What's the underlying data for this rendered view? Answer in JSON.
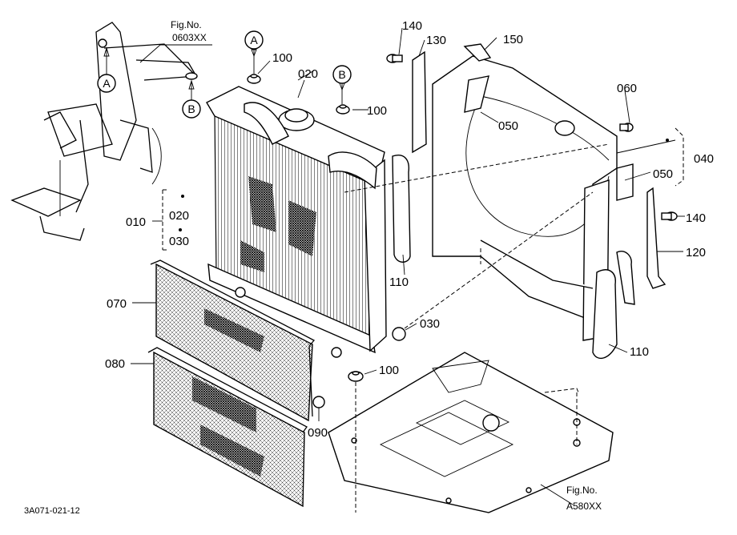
{
  "figure_ref_top": {
    "label": "Fig.No.",
    "number": "0603XX"
  },
  "figure_ref_bottom": {
    "label": "Fig.No.",
    "number": "A580XX"
  },
  "connectors": {
    "a": "A",
    "b": "B"
  },
  "callouts": {
    "c010": "010",
    "c020a": "020",
    "c020b": "020",
    "c030a": "030",
    "c030b": "030",
    "c040": "040",
    "c050a": "050",
    "c050b": "050",
    "c060": "060",
    "c070": "070",
    "c080": "080",
    "c090": "090",
    "c100a": "100",
    "c100b": "100",
    "c100c": "100",
    "c110a": "110",
    "c110b": "110",
    "c120": "120",
    "c130": "130",
    "c140a": "140",
    "c140b": "140",
    "c150": "150"
  },
  "drawing_code": "3A071-021-12",
  "colors": {
    "ink": "#000000",
    "paper": "#ffffff"
  }
}
